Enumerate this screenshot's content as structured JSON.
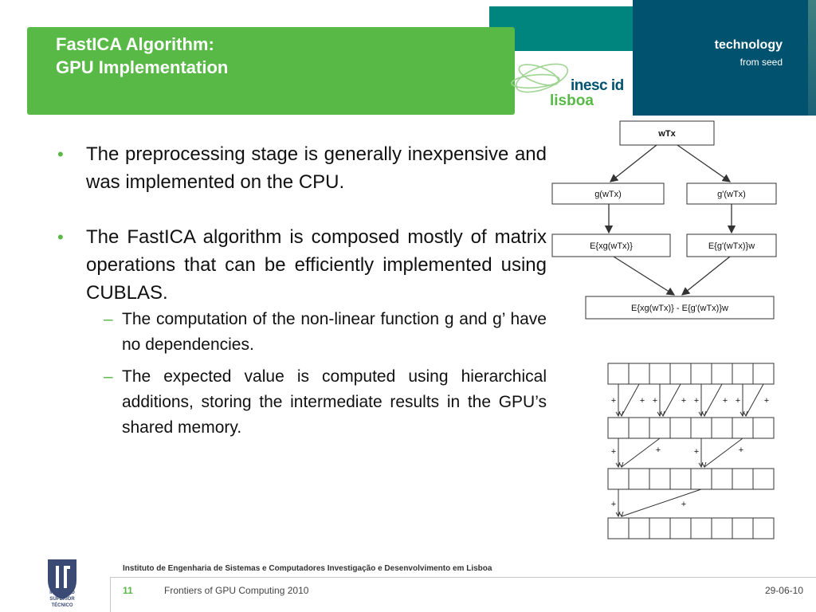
{
  "header": {
    "title_line1": "FastICA Algorithm:",
    "title_line2": "GPU Implementation",
    "brand_technology": "technology",
    "brand_from_seed": "from seed",
    "logo_inesc": "inesc id",
    "logo_lisboa": "lisboa"
  },
  "colors": {
    "green": "#58b947",
    "teal": "#00857e",
    "navy": "#00526e"
  },
  "bullets": [
    {
      "text": "The preprocessing stage is generally inexpensive and was implemented on the CPU."
    },
    {
      "text": "The FastICA algorithm is composed mostly of matrix operations that can be efficiently implemented using CUBLAS."
    }
  ],
  "subbullets": [
    {
      "text": "The computation of the non-linear function g and g’ have no dependencies."
    },
    {
      "text": "The expected value is computed using hierarchical additions, storing the intermediate results in the GPU’s shared memory."
    }
  ],
  "flowchart": {
    "top": "wTx",
    "left1": "g(wTx)",
    "right1": "g'(wTx)",
    "left2": "E{xg(wTx)}",
    "right2": "E{g'(wTx)}w",
    "bottom": "E{xg(wTx)} - E{g'(wTx)}w"
  },
  "reduction": {
    "plus": "+"
  },
  "footer": {
    "institute": "Instituto de Engenharia de Sistemas e Computadores Investigação e Desenvolvimento em Lisboa",
    "page_number": "11",
    "conference": "Frontiers of GPU Computing 2010",
    "date": "29-06-10",
    "ist_logo_text": "INSTITUTO SUPERIOR TÉCNICO"
  }
}
